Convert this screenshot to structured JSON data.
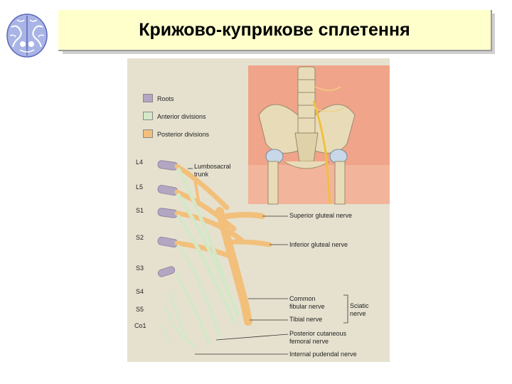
{
  "title": "Крижово-куприкове сплетення",
  "legend": [
    {
      "label": "Roots",
      "color": "#b3a6c2"
    },
    {
      "label": "Anterior divisions",
      "color": "#d4e8c8"
    },
    {
      "label": "Posterior divisions",
      "color": "#f2c07a"
    }
  ],
  "levels": [
    "L4",
    "L5",
    "S1",
    "S2",
    "S3",
    "S4",
    "S5",
    "Co1"
  ],
  "labels": {
    "lumbosacral_1": "Lumbosacral",
    "lumbosacral_2": "trunk",
    "superior_gluteal": "Superior gluteal nerve",
    "inferior_gluteal": "Inferior gluteal nerve",
    "common_fibular_1": "Common",
    "common_fibular_2": "fibular nerve",
    "tibial": "Tibial nerve",
    "sciatic_1": "Sciatic",
    "sciatic_2": "nerve",
    "posterior_cutaneous_1": "Posterior cutaneous",
    "posterior_cutaneous_2": "femoral nerve",
    "internal_pudendal": "Internal pudendal nerve"
  },
  "colors": {
    "background": "#e6e1cf",
    "root": "#b3a6c2",
    "anterior": "#d4e8c8",
    "posterior": "#f2c07a",
    "title_bar": "#ffffcc"
  }
}
